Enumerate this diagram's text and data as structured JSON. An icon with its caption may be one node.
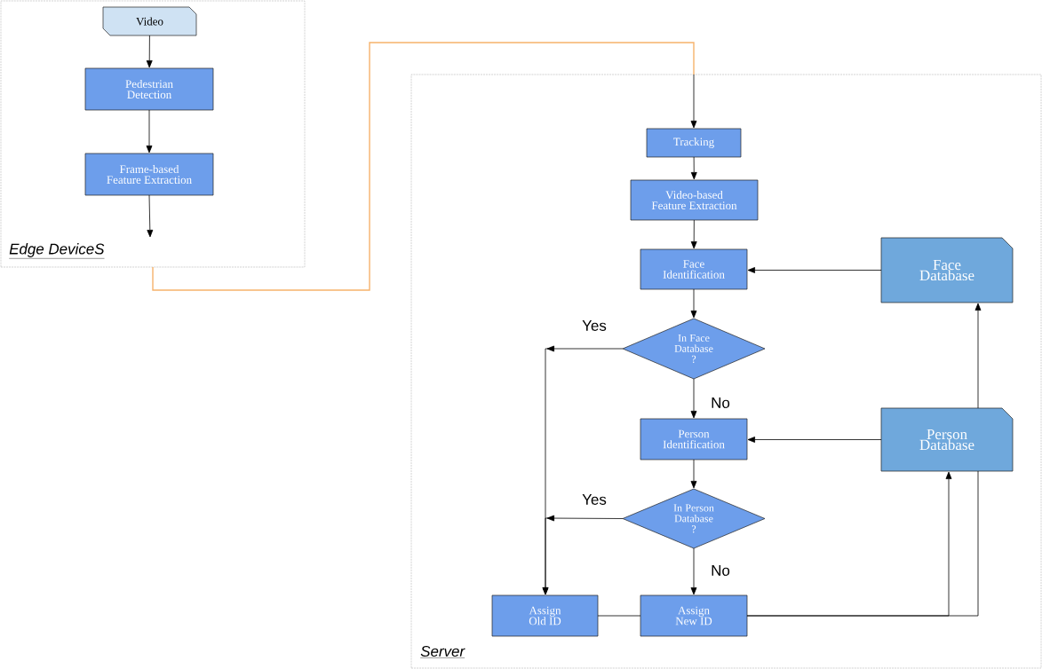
{
  "diagram": {
    "nodes": [
      {
        "text": [
          "Edge DeviceS"
        ]
      },
      {
        "text": [
          "Video"
        ],
        "in": 0
      },
      {
        "text": [
          "Pedestrian Detection"
        ],
        "in": 0
      },
      {
        "text": [
          "Frame-based Feature Extraction"
        ],
        "in": 0
      },
      {
        "text": [
          "Server"
        ]
      },
      {
        "text": [
          "Tracking"
        ],
        "in": 4
      },
      {
        "text": [
          "Video-based Feature Extraction"
        ],
        "in": 4
      },
      {
        "text": [
          "Face Identification"
        ],
        "in": 4
      },
      {
        "text": [
          "In Face Database ?"
        ],
        "in": 4
      },
      {
        "text": [
          "Person Identification"
        ],
        "in": 4
      },
      {
        "text": [
          "In Person Database ?"
        ],
        "in": 4
      },
      {
        "text": [
          "Assign Old ID"
        ],
        "in": 4
      },
      {
        "text": [
          "Assign New ID"
        ],
        "in": 4
      },
      {
        "text": [
          "Face Database"
        ],
        "in": 4
      },
      {
        "text": [
          "Person Database"
        ],
        "in": 4
      }
    ],
    "edges": [
      {
        "from": 1,
        "to": 2,
        "arrow": "to"
      },
      {
        "from": 2,
        "to": 3,
        "arrow": "to"
      },
      {
        "from": 3,
        "to": null,
        "arrow": "to"
      },
      {
        "from": 0,
        "to": 4,
        "arrow": "none",
        "color": "#f6b26b"
      },
      {
        "from": null,
        "to": 5,
        "arrow": "to"
      },
      {
        "from": 5,
        "to": 6,
        "arrow": "to"
      },
      {
        "from": 6,
        "to": 7,
        "arrow": "to"
      },
      {
        "from": 7,
        "to": 8,
        "arrow": "to"
      },
      {
        "from": 8,
        "to": 9,
        "arrow": "to",
        "label": "No"
      },
      {
        "from": 8,
        "to": 11,
        "arrow": "to",
        "label": "Yes"
      },
      {
        "from": 9,
        "to": 10,
        "arrow": "to"
      },
      {
        "from": 10,
        "to": 12,
        "arrow": "to",
        "label": "No"
      },
      {
        "from": 10,
        "to": 11,
        "arrow": "to",
        "label": "Yes"
      },
      {
        "from": 13,
        "to": 7,
        "arrow": "to"
      },
      {
        "from": 14,
        "to": 9,
        "arrow": "to"
      },
      {
        "from": 12,
        "to": 11,
        "arrow": "none"
      },
      {
        "from": 12,
        "to": 14,
        "arrow": "to"
      },
      {
        "from": 12,
        "to": 14,
        "arrow": "none"
      },
      {
        "from": 14,
        "to": 13,
        "arrow": "to"
      }
    ]
  }
}
